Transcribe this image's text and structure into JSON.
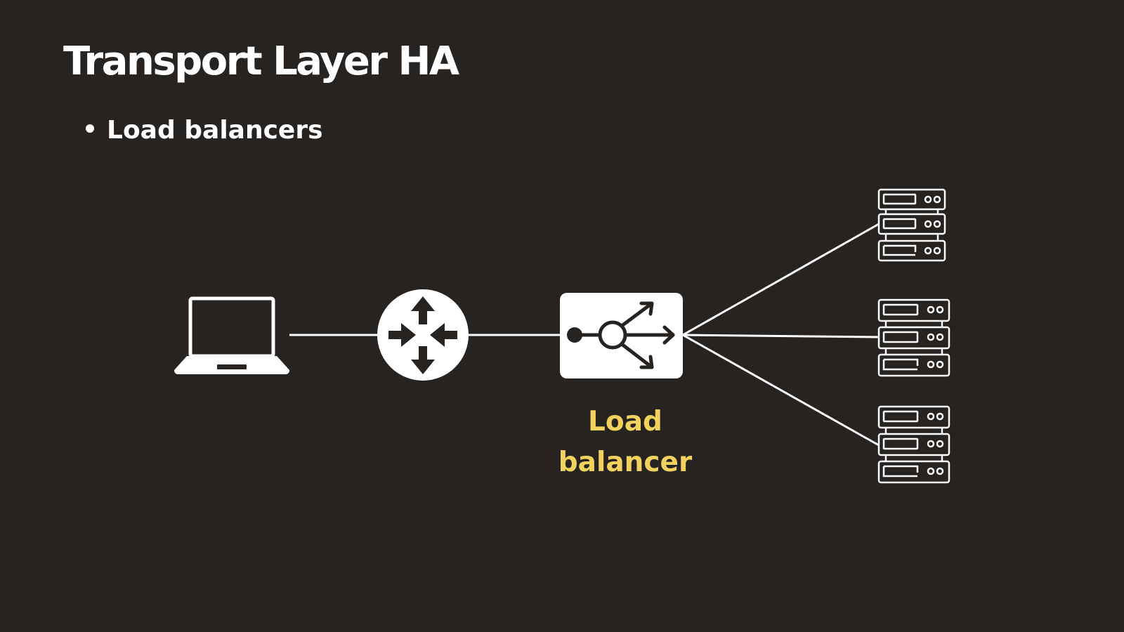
{
  "slide": {
    "title": "Transport Layer HA",
    "bullets": [
      "Load balancers"
    ]
  },
  "diagram": {
    "nodes": [
      {
        "name": "client",
        "icon": "laptop-icon"
      },
      {
        "name": "router",
        "icon": "router-icon"
      },
      {
        "name": "load-balancer",
        "icon": "load-balancer-icon",
        "label": "Load balancer"
      },
      {
        "name": "server-1",
        "icon": "server-rack-icon"
      },
      {
        "name": "server-2",
        "icon": "server-rack-icon"
      },
      {
        "name": "server-3",
        "icon": "server-rack-icon"
      }
    ],
    "edges": [
      [
        "client",
        "router"
      ],
      [
        "router",
        "load-balancer"
      ],
      [
        "load-balancer",
        "server-1"
      ],
      [
        "load-balancer",
        "server-2"
      ],
      [
        "load-balancer",
        "server-3"
      ]
    ]
  },
  "colors": {
    "background": "#262321",
    "foreground": "#ffffff",
    "accent": "#f2d15c"
  }
}
